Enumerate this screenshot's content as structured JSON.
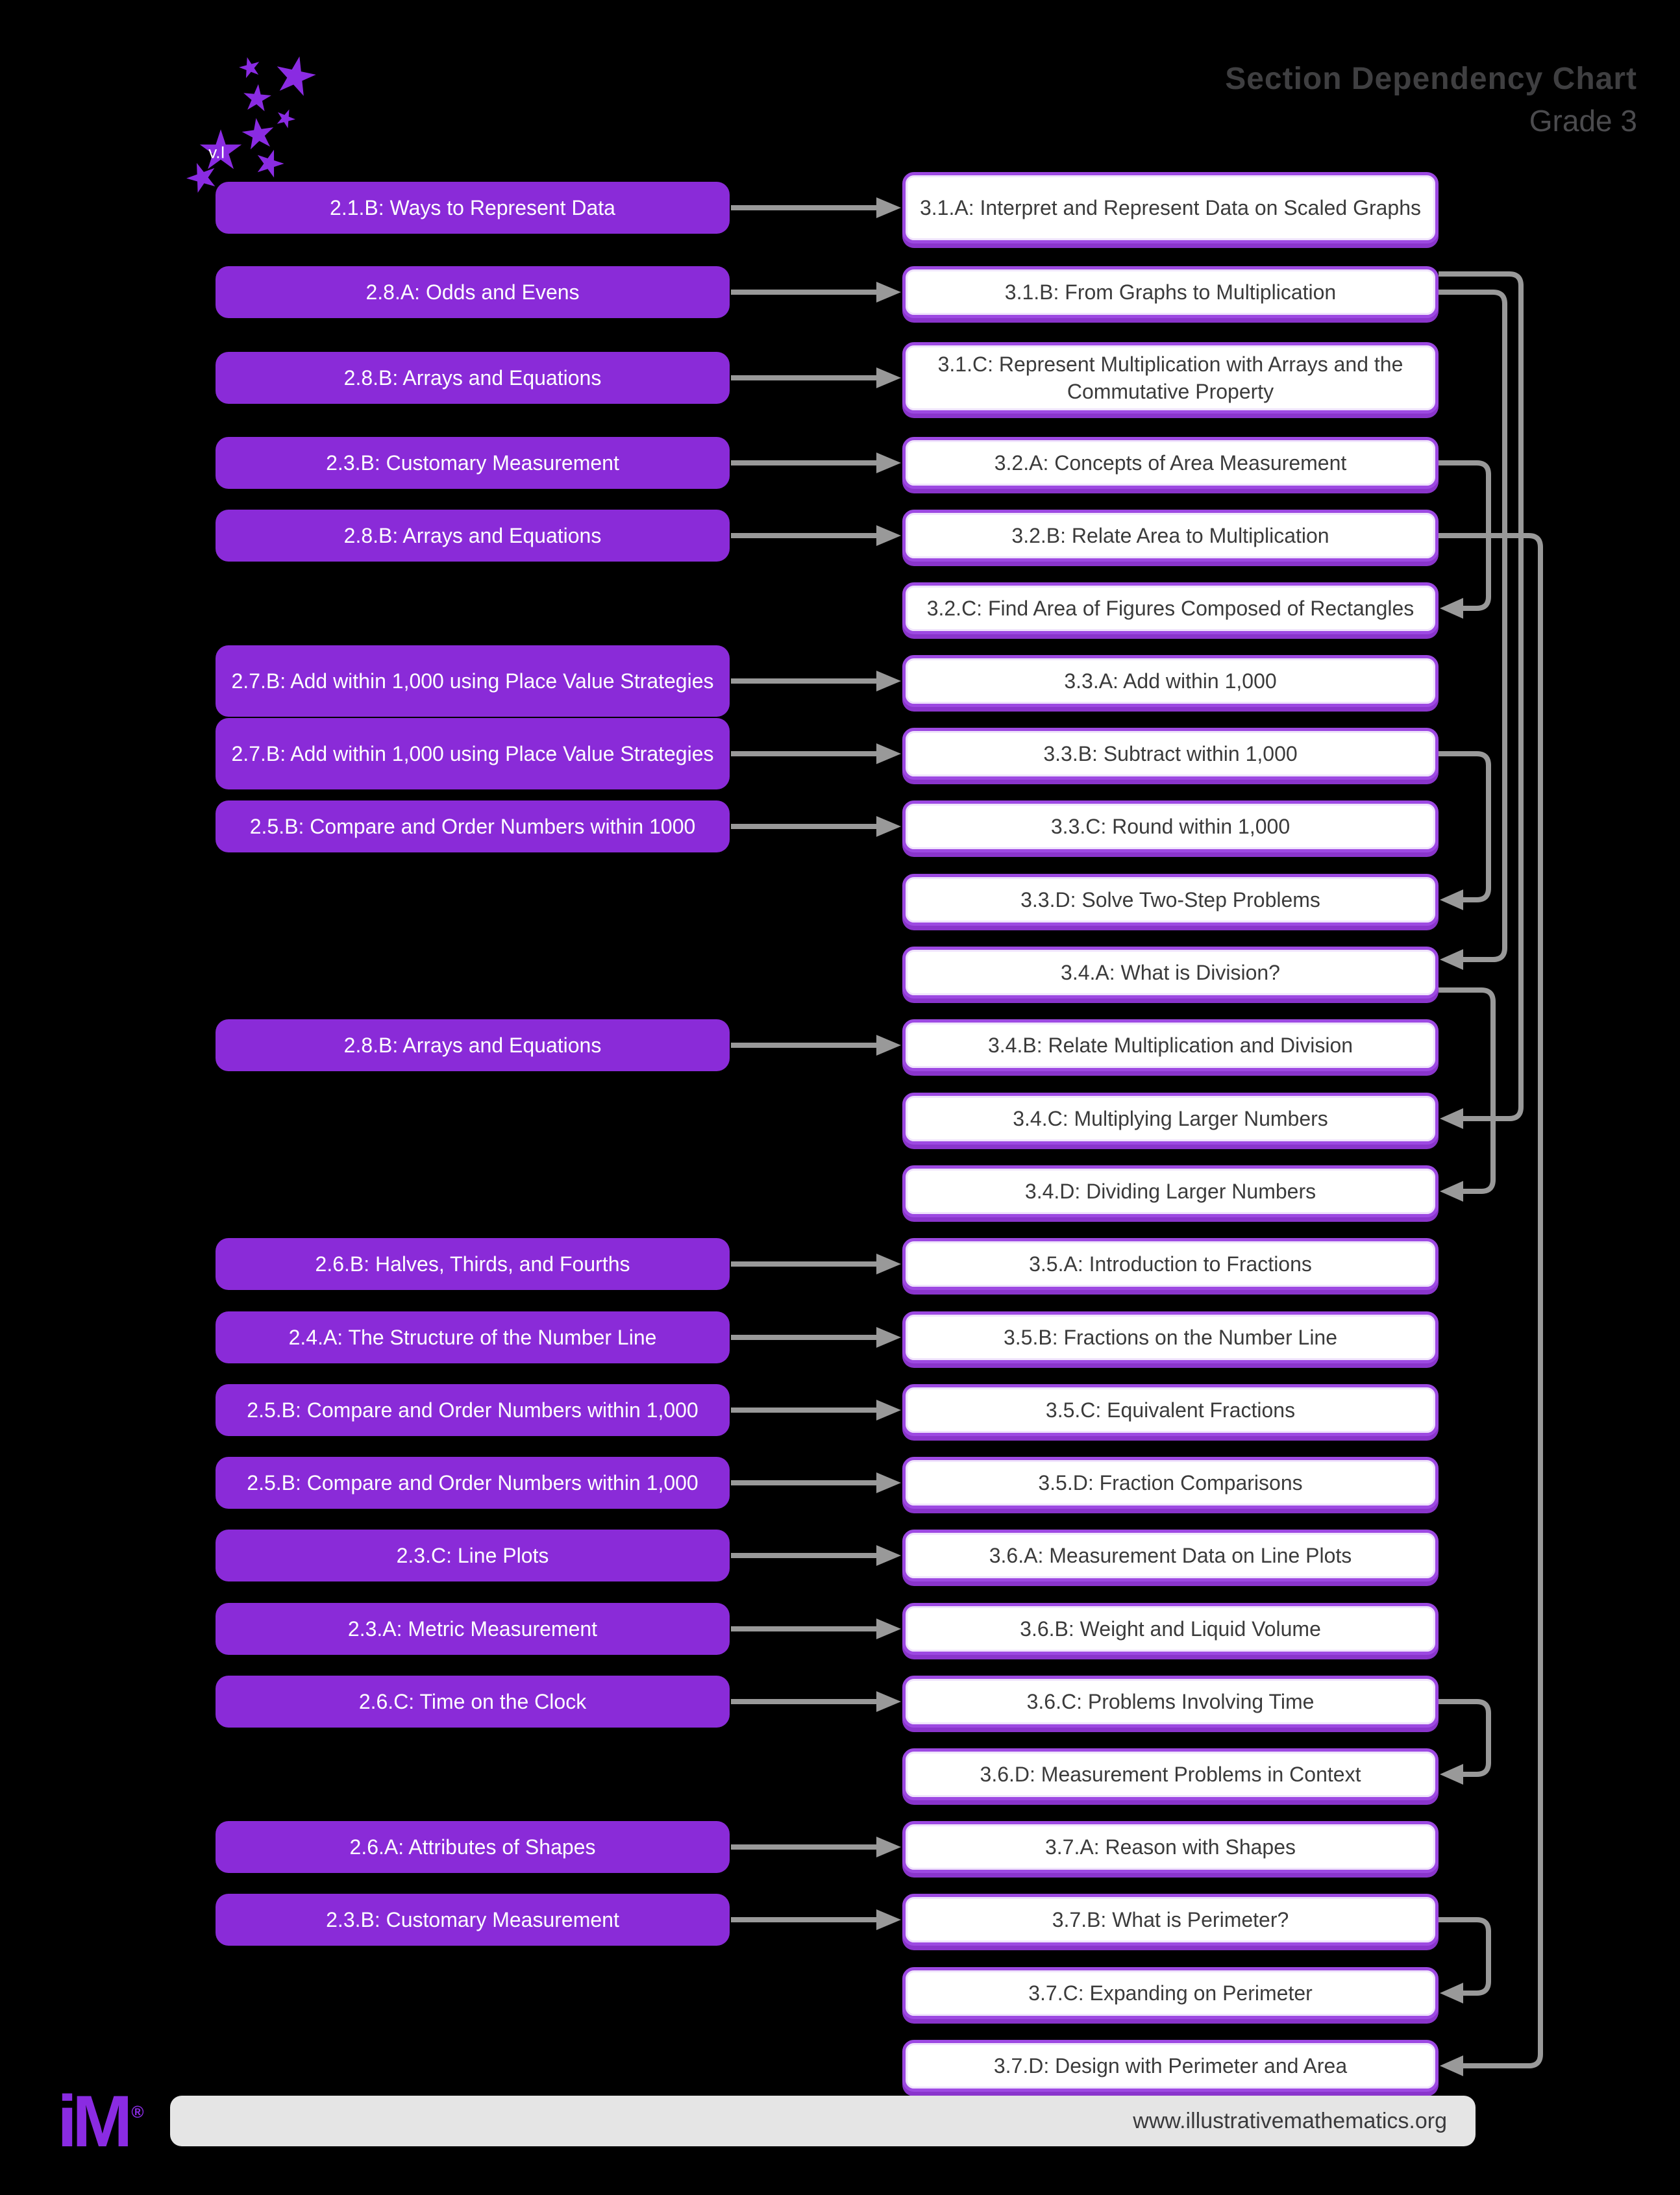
{
  "header": {
    "title": "Section Dependency Chart",
    "subtitle": "Grade 3"
  },
  "logo_cluster": {
    "star_label": "v.I"
  },
  "footer": {
    "url": "www.illustrativemathematics.org",
    "logo_text": "iM",
    "registered_mark": "®"
  },
  "colors": {
    "background": "#000000",
    "grade2_box_fill": "#8a2bd8",
    "grade3_box_border": "#9d49e2",
    "grade3_box_shadow": "#8a35cc",
    "grade3_box_fill": "#ffffff",
    "connector_gray": "#999999",
    "title_gray": "#3f3f41",
    "footer_bar": "#e5e5e5",
    "logo_purple": "#8a2be2"
  },
  "chart": {
    "rows": [
      {
        "left": "2.1.B: Ways to Represent Data",
        "right": "3.1.A: Interpret and Represent Data on Scaled Graphs",
        "right_two_line": true
      },
      {
        "left": "2.8.A: Odds and Evens",
        "right": "3.1.B: From Graphs to Multiplication"
      },
      {
        "left": "2.8.B: Arrays and Equations",
        "right": "3.1.C: Represent Multiplication with Arrays and the Commutative Property",
        "right_two_line": true
      },
      {
        "left": "2.3.B: Customary Measurement",
        "right": "3.2.A: Concepts of Area Measurement"
      },
      {
        "left": "2.8.B: Arrays and Equations",
        "right": "3.2.B: Relate Area to Multiplication"
      },
      {
        "left": null,
        "right": "3.2.C: Find Area of Figures Composed of Rectangles"
      },
      {
        "left": "2.7.B: Add within 1,000 using Place Value Strategies",
        "left_two_line": true,
        "right": "3.3.A: Add within 1,000"
      },
      {
        "left": "2.7.B: Add within 1,000 using Place Value Strategies",
        "left_two_line": true,
        "right": "3.3.B: Subtract within 1,000"
      },
      {
        "left": "2.5.B: Compare and Order Numbers within 1000",
        "right": "3.3.C: Round within 1,000"
      },
      {
        "left": null,
        "right": "3.3.D: Solve Two-Step Problems"
      },
      {
        "left": null,
        "right": "3.4.A: What is Division?"
      },
      {
        "left": "2.8.B: Arrays and Equations",
        "right": "3.4.B: Relate Multiplication and Division"
      },
      {
        "left": null,
        "right": "3.4.C: Multiplying Larger Numbers"
      },
      {
        "left": null,
        "right": "3.4.D: Dividing Larger Numbers"
      },
      {
        "left": "2.6.B: Halves, Thirds, and Fourths",
        "right": "3.5.A: Introduction to Fractions"
      },
      {
        "left": "2.4.A: The Structure of the Number Line",
        "right": "3.5.B: Fractions on the Number Line"
      },
      {
        "left": "2.5.B: Compare and Order Numbers within 1,000",
        "right": "3.5.C: Equivalent Fractions"
      },
      {
        "left": "2.5.B: Compare and Order Numbers within 1,000",
        "right": "3.5.D: Fraction Comparisons"
      },
      {
        "left": "2.3.C: Line Plots",
        "right": "3.6.A: Measurement Data on Line Plots"
      },
      {
        "left": "2.3.A: Metric Measurement",
        "right": "3.6.B: Weight and Liquid Volume"
      },
      {
        "left": "2.6.C: Time on the Clock",
        "right": "3.6.C: Problems Involving Time"
      },
      {
        "left": null,
        "right": "3.6.D: Measurement Problems in Context"
      },
      {
        "left": "2.6.A: Attributes of Shapes",
        "right": "3.7.A: Reason with Shapes"
      },
      {
        "left": "2.3.B: Customary Measurement",
        "right": "3.7.B: What is Perimeter?"
      },
      {
        "left": null,
        "right": "3.7.C: Expanding on Perimeter"
      },
      {
        "left": null,
        "right": "3.7.D: Design with Perimeter and Area"
      }
    ],
    "dependencies": [
      {
        "from": "3.2.A",
        "to": "3.2.C"
      },
      {
        "from": "3.3.B",
        "to": "3.3.D"
      },
      {
        "from": "3.1.B",
        "to": "3.4.A"
      },
      {
        "from": "3.1.B",
        "to": "3.4.C"
      },
      {
        "from": "3.4.A",
        "to": "3.4.D"
      },
      {
        "from": "3.6.C",
        "to": "3.6.D"
      },
      {
        "from": "3.7.B",
        "to": "3.7.C"
      },
      {
        "from": "3.2.B",
        "to": "3.7.D"
      }
    ]
  }
}
